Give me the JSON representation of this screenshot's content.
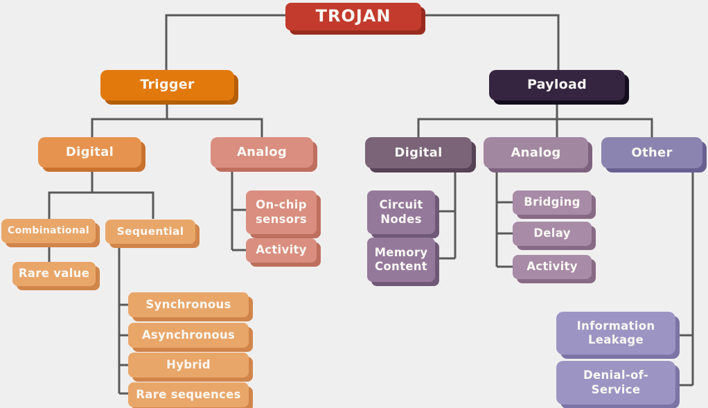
{
  "palette": {
    "background": "#F0EFEF",
    "connector": "#58585A",
    "trojan": {
      "fill": "#C23B2C",
      "shadow": "#992B1F"
    },
    "trigger": {
      "fill": "#E2790D",
      "shadow": "#B55F07"
    },
    "payload": {
      "fill": "#352540",
      "shadow": "#140C1F"
    },
    "trigger_digital": {
      "fill": "#E69350",
      "shadow": "#C9722E"
    },
    "trigger_analog": {
      "fill": "#D98E7F",
      "shadow": "#BE6F5E"
    },
    "trigger_leaf": {
      "fill": "#E9A669",
      "shadow": "#D1854A"
    },
    "payload_digital": {
      "fill": "#7B6378",
      "shadow": "#564156"
    },
    "payload_digital_leaf": {
      "fill": "#95799B",
      "shadow": "#705877"
    },
    "payload_analog": {
      "fill": "#A287A0",
      "shadow": "#7E627E"
    },
    "payload_analog_leaf": {
      "fill": "#A88BA6",
      "shadow": "#876A85"
    },
    "other": {
      "fill": "#8B84B0",
      "shadow": "#676090"
    },
    "other_leaf": {
      "fill": "#9C95C3",
      "shadow": "#7B74A4"
    }
  },
  "tree": {
    "label": "TROJAN",
    "children": [
      {
        "label": "Trigger",
        "children": [
          {
            "label": "Digital",
            "children": [
              {
                "label": "Combinational",
                "children": [
                  {
                    "label": "Rare value"
                  }
                ]
              },
              {
                "label": "Sequential",
                "children": [
                  {
                    "label": "Synchronous"
                  },
                  {
                    "label": "Asynchronous"
                  },
                  {
                    "label": "Hybrid"
                  },
                  {
                    "label": "Rare sequences"
                  }
                ]
              }
            ]
          },
          {
            "label": "Analog",
            "children": [
              {
                "label": "On-chip\nsensors"
              },
              {
                "label": "Activity"
              }
            ]
          }
        ]
      },
      {
        "label": "Payload",
        "children": [
          {
            "label": "Digital",
            "children": [
              {
                "label": "Circuit\nNodes"
              },
              {
                "label": "Memory\nContent"
              }
            ]
          },
          {
            "label": "Analog",
            "children": [
              {
                "label": "Bridging"
              },
              {
                "label": "Delay"
              },
              {
                "label": "Activity"
              }
            ]
          },
          {
            "label": "Other",
            "children": [
              {
                "label": "Information\nLeakage"
              },
              {
                "label": "Denial-of-\nService"
              }
            ]
          }
        ]
      }
    ]
  }
}
